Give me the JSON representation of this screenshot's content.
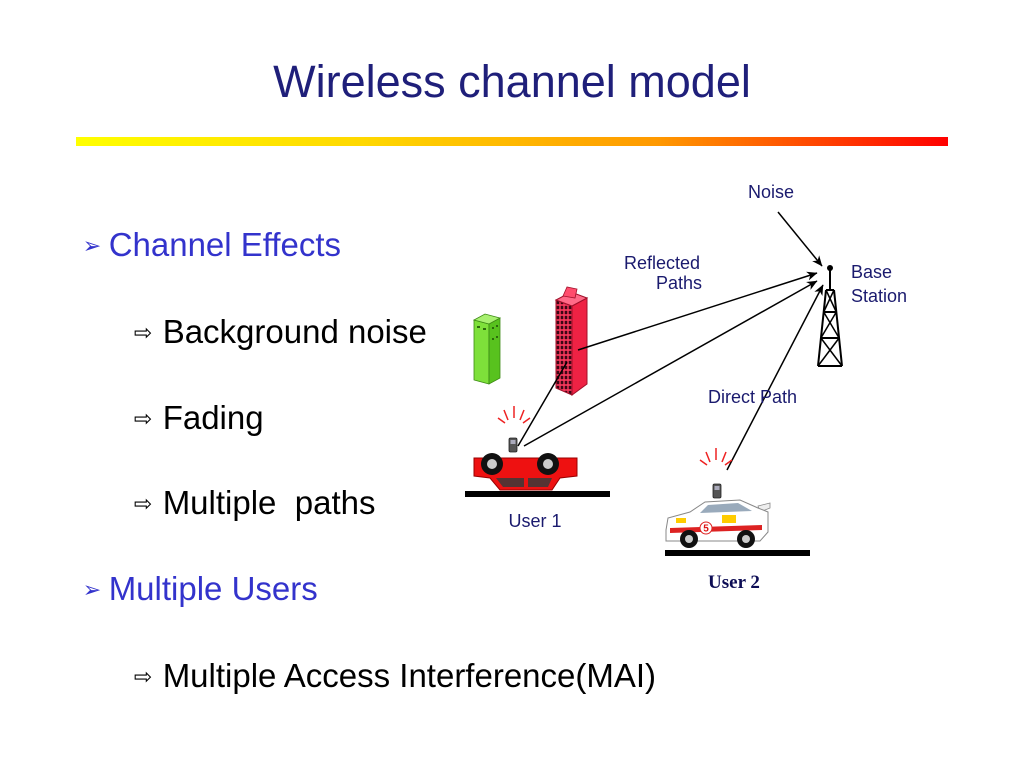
{
  "slide": {
    "title": "Wireless channel model",
    "colors": {
      "title": "#1f1f7a",
      "level1_text": "#3333cc",
      "level2_text": "#000000",
      "diagram_label": "#1a1a6e",
      "user2_label": "#0d0d55"
    },
    "accent_bar_gradient": [
      "#ffff00",
      "#ffd700",
      "#ff9900",
      "#ff0000"
    ]
  },
  "bullets": [
    {
      "level": 1,
      "marker": "➢",
      "marker_icon": "arrowhead-bullet-icon",
      "text": "Channel Effects"
    },
    {
      "level": 2,
      "marker": "⇨",
      "marker_icon": "outline-right-arrow-icon",
      "text": "Background noise"
    },
    {
      "level": 2,
      "marker": "⇨",
      "marker_icon": "outline-right-arrow-icon",
      "text": "Fading"
    },
    {
      "level": 2,
      "marker": "⇨",
      "marker_icon": "outline-right-arrow-icon",
      "text": "Multiple  paths"
    },
    {
      "level": 1,
      "marker": "➢",
      "marker_icon": "arrowhead-bullet-icon",
      "text": "Multiple Users"
    },
    {
      "level": 2,
      "marker": "⇨",
      "marker_icon": "outline-right-arrow-icon",
      "text": "Multiple Access Interference(MAI)"
    }
  ],
  "diagram": {
    "noise_label": "Noise",
    "base_station_label": {
      "line1": "Base",
      "line2": "Station"
    },
    "reflected_paths_label": {
      "line1": "Reflected",
      "line2": "Paths"
    },
    "direct_path_label": "Direct Path",
    "user1_label": "User 1",
    "user2_label": "User 2",
    "user2_car_number": "5",
    "icons": [
      "base-station-tower-icon",
      "green-building-icon",
      "red-building-icon",
      "red-car-icon",
      "white-race-car-icon",
      "mobile-phone-icon",
      "signal-burst-icon"
    ]
  }
}
